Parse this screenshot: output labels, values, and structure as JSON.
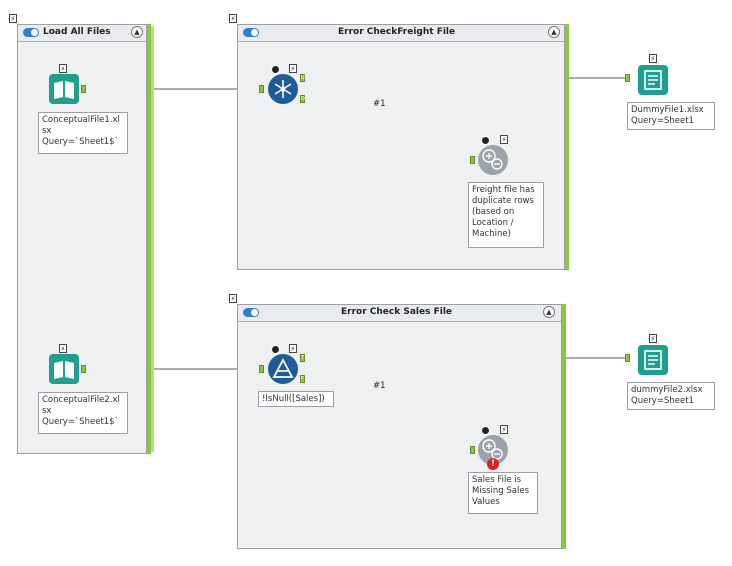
{
  "containers": {
    "load_all": {
      "title": "Load All Files"
    },
    "freight": {
      "title": "Error CheckFreight File"
    },
    "sales": {
      "title": "Error Check Sales File"
    }
  },
  "tools": {
    "input1": {
      "annotation": "ConceptualFile1.xl\nsx\nQuery=`Sheet1$`"
    },
    "input2": {
      "annotation": "ConceptualFile2.xl\nsx\nQuery=`Sheet1$`"
    },
    "unique": {
      "anchor_u": "U",
      "anchor_d": "D"
    },
    "filter": {
      "annotation": "!IsNull([Sales])",
      "anchor_t": "T",
      "anchor_f": "F"
    },
    "message1": {
      "annotation": "Freight file has\nduplicate rows\n(based on\nLocation /\nMachine)"
    },
    "message2": {
      "annotation": "Sales File is\nMissing Sales\nValues"
    },
    "output1": {
      "annotation": "DummyFile1.xlsx\nQuery=Sheet1"
    },
    "output2": {
      "annotation": "dummyFile2.xlsx\nQuery=Sheet1"
    }
  },
  "edges": {
    "label1": "#1",
    "label2": "#1"
  },
  "icons": [
    "lightning-icon",
    "book-icon",
    "snowflake-icon",
    "filter-icon",
    "gear-icon",
    "document-icon",
    "error-icon"
  ],
  "colors": {
    "accent_green": "#8cc63f",
    "tool_blue": "#1f5b99",
    "teal": "#1e9f8f",
    "error": "#e02020"
  }
}
